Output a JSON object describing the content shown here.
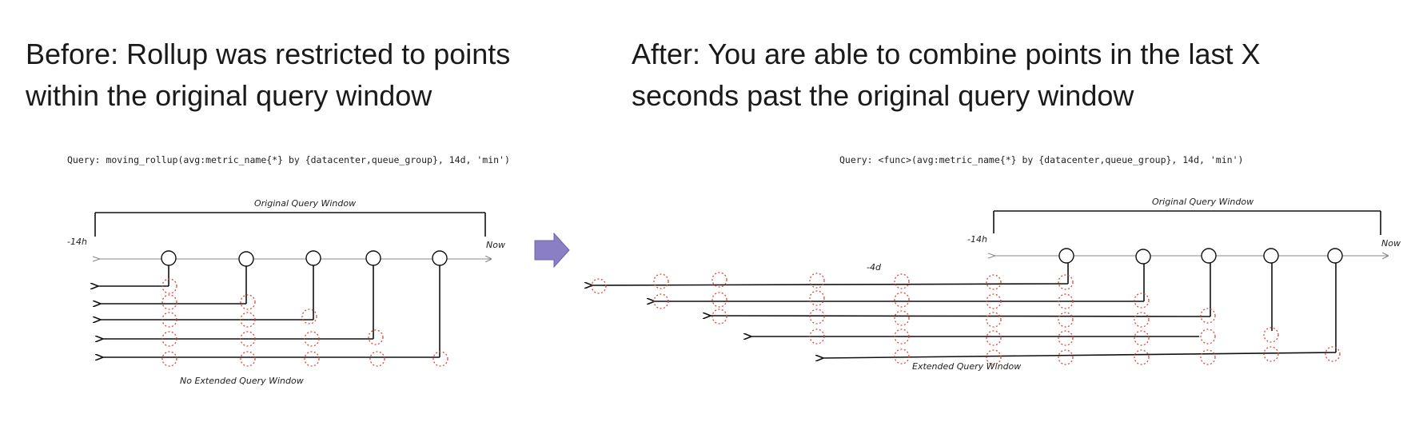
{
  "before": {
    "heading": "Before: Rollup was restricted to points within the original query window",
    "query": "Query: moving_rollup(avg:metric_name{*} by {datacenter,queue_group}, 14d, 'min')",
    "window_label": "Original Query Window",
    "start_label": "-14h",
    "end_label": "Now",
    "bottom_label": "No Extended Query Window"
  },
  "after": {
    "heading": "After: You are able to combine points in the last X seconds past the original query window",
    "query": "Query: <func>(avg:metric_name{*} by {datacenter,queue_group}, 14d, 'min')",
    "window_label": "Original Query Window",
    "start_label": "-14h",
    "end_label": "Now",
    "offset_label": "-4d",
    "bottom_label": "Extended Query Window"
  },
  "transition_arrow": "right-arrow-icon",
  "colors": {
    "arrow": "#8a7fc4",
    "dotted_circle": "#d9443a",
    "line": "#111111"
  }
}
